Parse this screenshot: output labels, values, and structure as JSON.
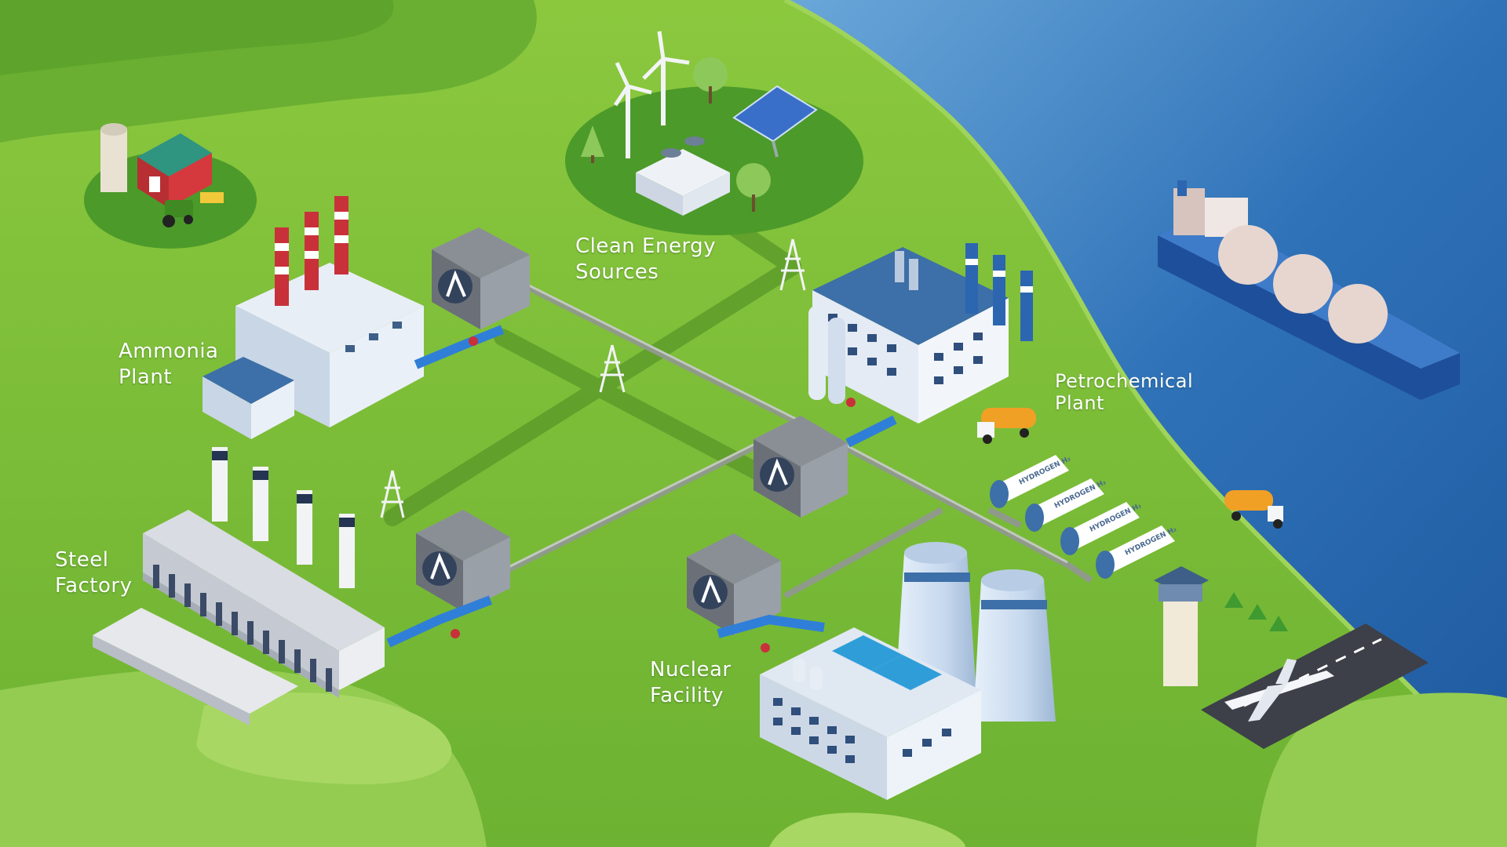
{
  "labels": {
    "clean_energy": [
      "Clean Energy",
      "Sources"
    ],
    "ammonia": [
      "Ammonia",
      "Plant"
    ],
    "petrochemical": [
      "Petrochemical",
      "Plant"
    ],
    "steel": [
      "Steel",
      "Factory"
    ],
    "nuclear": [
      "Nuclear",
      "Facility"
    ]
  },
  "tank_text": "HYDROGEN H₂",
  "icons": {
    "hub_logo": "a-logo-icon",
    "pylon": "power-pylon-icon",
    "valve": "red-valve-icon"
  },
  "colors": {
    "grass": "#7cbf3a",
    "grass_dark": "#5aa22e",
    "sea": "#2f72b8",
    "pipe": "#8f9a8a",
    "hydrogen_pipe": "#2f7fd8",
    "chimney_red": "#c8313a",
    "building_blue": "#3d6fa8"
  }
}
